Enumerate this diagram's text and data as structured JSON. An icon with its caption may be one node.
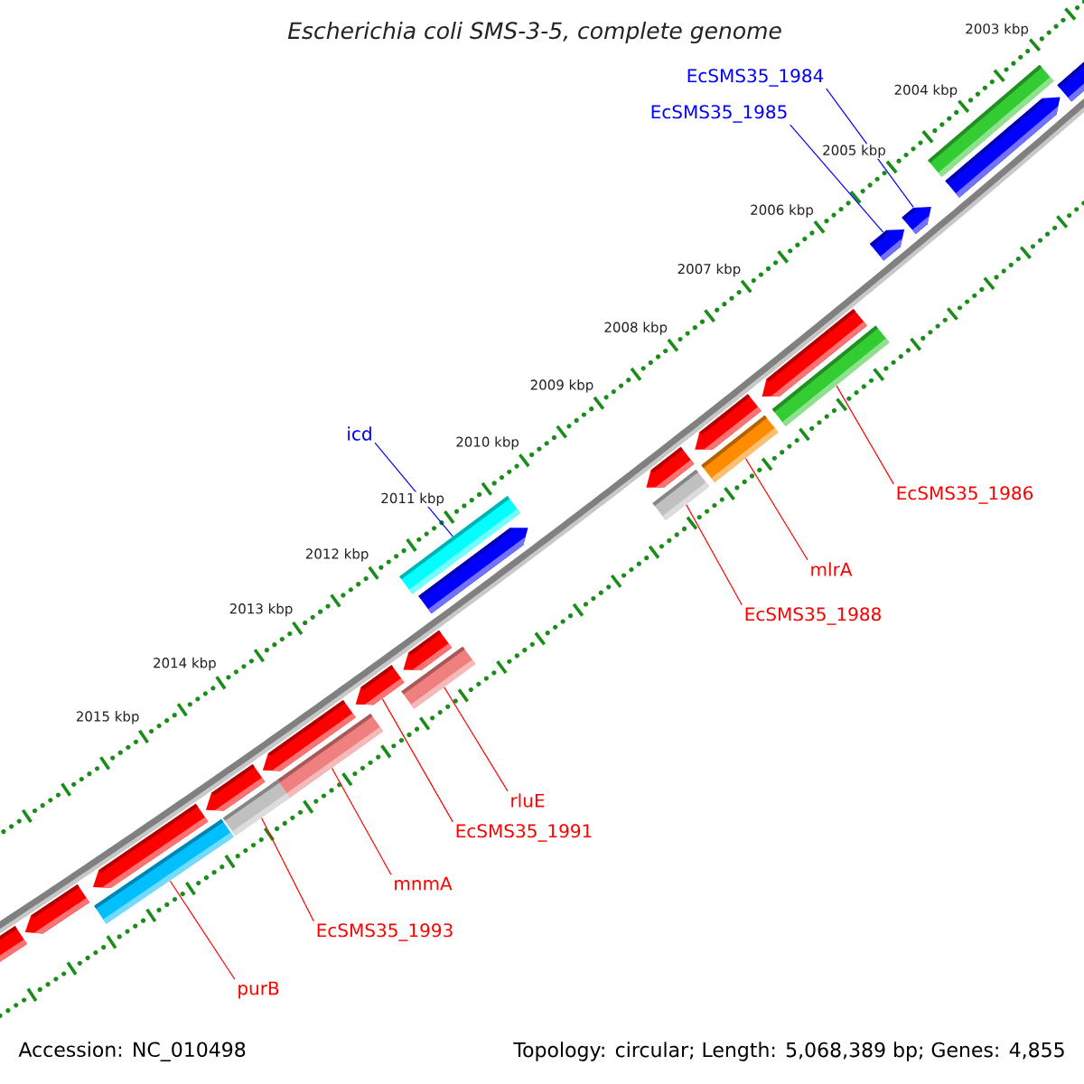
{
  "diagram": {
    "title": "Escherichia coli SMS-3-5, complete genome",
    "nodes": [
      {
        "text": [
          "EcSMS35_1984"
        ]
      },
      {
        "text": [
          "EcSMS35_1985"
        ]
      },
      {
        "text": [
          "icd"
        ]
      },
      {
        "text": [
          "EcSMS35_1986"
        ]
      },
      {
        "text": [
          "mlrA"
        ]
      },
      {
        "text": [
          "EcSMS35_1988"
        ]
      },
      {
        "text": [
          "rluE"
        ]
      },
      {
        "text": [
          "EcSMS35_1991"
        ]
      },
      {
        "text": [
          "mnmA"
        ]
      },
      {
        "text": [
          "EcSMS35_1993"
        ]
      },
      {
        "text": [
          "purB"
        ]
      },
      {
        "text": [],
        "shape": "arrow"
      },
      {
        "text": [],
        "shape": "arrow"
      },
      {
        "text": [],
        "shape": "bar"
      },
      {
        "text": [],
        "shape": "bar"
      },
      {
        "text": [],
        "shape": "bar"
      },
      {
        "text": [],
        "shape": "bar"
      },
      {
        "text": [],
        "shape": "bar"
      },
      {
        "text": [],
        "shape": "arrow"
      },
      {
        "text": [],
        "shape": "bar"
      },
      {
        "text": [],
        "shape": "bar"
      },
      {
        "text": [],
        "shape": "bar"
      },
      {
        "text": [],
        "shape": "arrow"
      },
      {
        "text": [],
        "shape": "arrow"
      },
      {
        "text": [],
        "shape": "bar"
      },
      {
        "text": [],
        "shape": "arrow"
      },
      {
        "text": [],
        "shape": "arrow"
      },
      {
        "text": [],
        "shape": "arrow"
      },
      {
        "text": [],
        "shape": "arrow"
      },
      {
        "text": [],
        "shape": "arrow"
      },
      {
        "text": [],
        "shape": "arrow"
      },
      {
        "text": [],
        "shape": "arrow"
      },
      {
        "text": [],
        "shape": "arrow"
      },
      {
        "text": [],
        "shape": "arrow"
      },
      {
        "text": [],
        "shape": "arrow"
      }
    ],
    "edges": [
      {
        "from": 0,
        "to": 11,
        "arrow": "none",
        "color": "#0000ff"
      },
      {
        "from": 1,
        "to": 12,
        "arrow": "none",
        "color": "#0000ff"
      },
      {
        "from": 2,
        "to": 13,
        "arrow": "none",
        "color": "#0000ff"
      },
      {
        "from": 3,
        "to": 14,
        "arrow": "none"
      },
      {
        "from": 4,
        "to": 15,
        "arrow": "none"
      },
      {
        "from": 5,
        "to": 16,
        "arrow": "none"
      },
      {
        "from": 6,
        "to": 17,
        "arrow": "none"
      },
      {
        "from": 7,
        "to": 18,
        "arrow": "none"
      },
      {
        "from": 8,
        "to": 19,
        "arrow": "none"
      },
      {
        "from": 9,
        "to": 20,
        "arrow": "none"
      },
      {
        "from": 10,
        "to": 21,
        "arrow": "none"
      }
    ],
    "labels": [
      "2003 kbp",
      "2004 kbp",
      "2005 kbp",
      "2006 kbp",
      "2007 kbp",
      "2008 kbp",
      "2009 kbp",
      "2010 kbp",
      "2011 kbp",
      "2012 kbp",
      "2013 kbp",
      "2014 kbp",
      "2015 kbp",
      "Accession: NC_010498",
      "Topology: circular; Length: 5,068,389 bp; Genes: 4,855"
    ]
  }
}
